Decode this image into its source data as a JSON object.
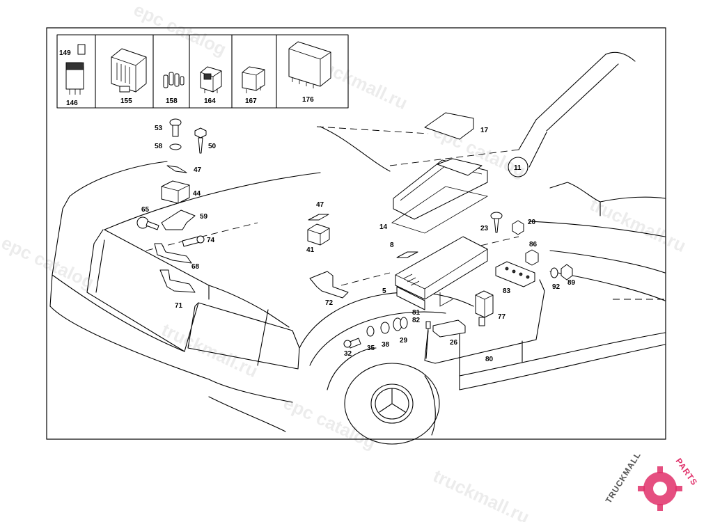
{
  "diagram": {
    "callouts": {
      "c149": "149",
      "c146": "146",
      "c155": "155",
      "c158": "158",
      "c164": "164",
      "c167": "167",
      "c176": "176",
      "c17": "17",
      "c11": "11",
      "c53": "53",
      "c58": "58",
      "c50": "50",
      "c47a": "47",
      "c44": "44",
      "c65": "65",
      "c59": "59",
      "c74": "74",
      "c68": "68",
      "c71": "71",
      "c47b": "47",
      "c41": "41",
      "c14": "14",
      "c23": "23",
      "c20": "20",
      "c8": "8",
      "c86": "86",
      "c5": "5",
      "c72": "72",
      "c83": "83",
      "c92": "92",
      "c89": "89",
      "c81": "81",
      "c82": "82",
      "c77": "77",
      "c26": "26",
      "c29": "29",
      "c38": "38",
      "c35": "35",
      "c32": "32",
      "c80": "80"
    }
  },
  "watermark": {
    "repeat_text_ru": "truckmall.ru",
    "repeat_text_epc": "epc catalog",
    "logo_text_dark": "TRUCKMALL",
    "logo_text_accent": "PARTS",
    "accent_color": "#e0306a"
  }
}
